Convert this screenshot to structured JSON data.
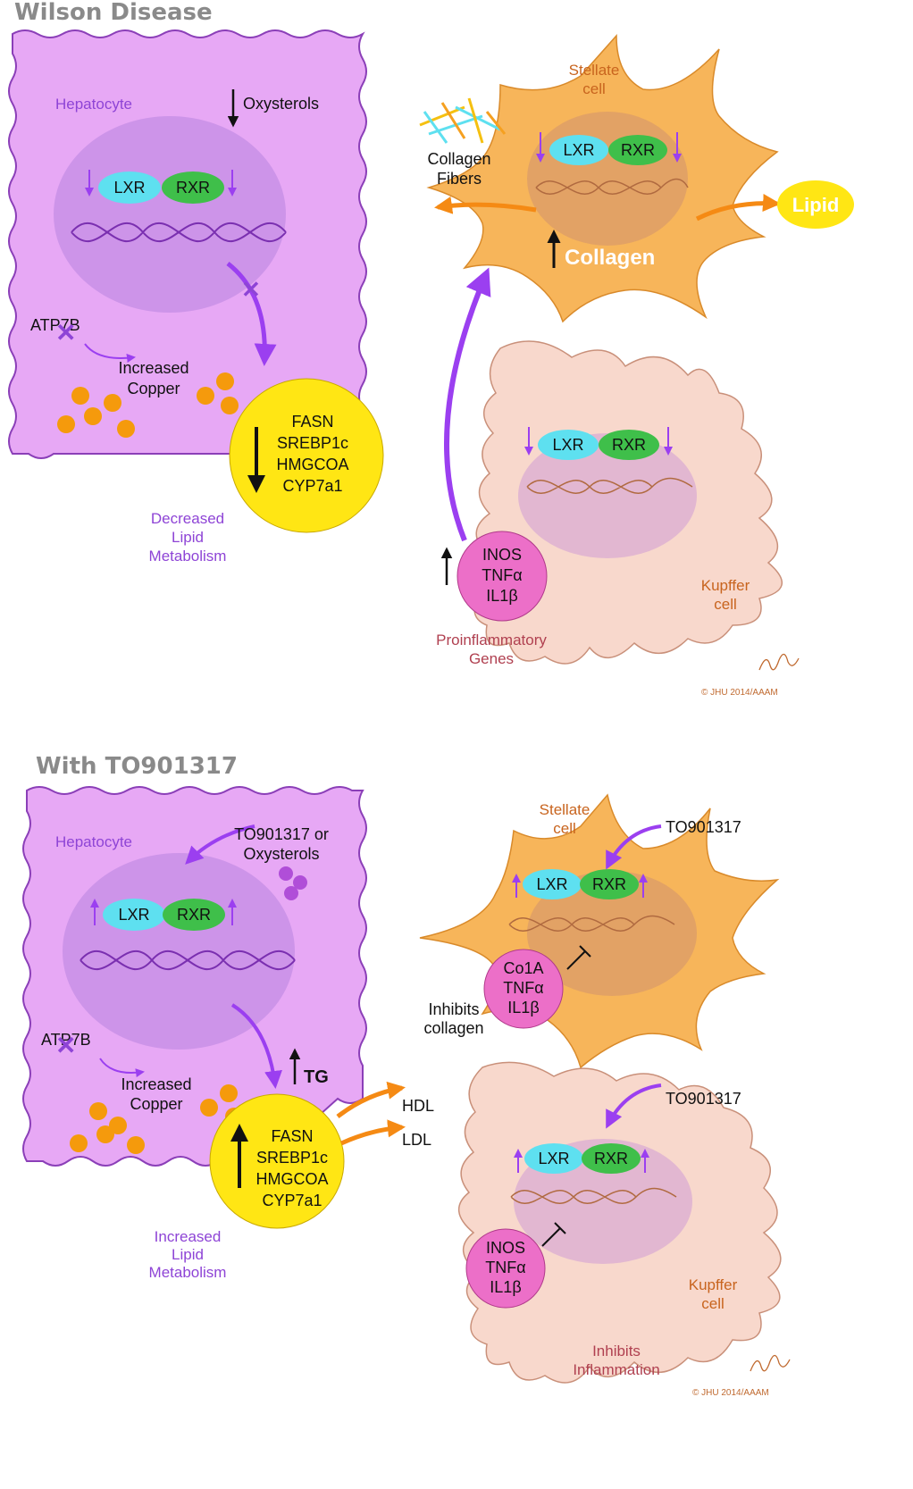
{
  "top": {
    "title": "Wilson Disease",
    "hepatocyte_label": "Hepatocyte",
    "oxysterols": "Oxysterols",
    "receptor_left": "LXR",
    "receptor_right": "RXR",
    "atp7b": "ATP7B",
    "copper_line1": "Increased",
    "copper_line2": "Copper",
    "genes": [
      "FASN",
      "SREBP1c",
      "HMGCOA",
      "CYP7a1"
    ],
    "metabolism": [
      "Decreased",
      "Lipid",
      "Metabolism"
    ],
    "stellate_label": [
      "Stellate",
      "cell"
    ],
    "collagen_fibers": [
      "Collagen",
      "Fibers"
    ],
    "collagen": "Collagen",
    "lipid": "Lipid",
    "kupffer_label": [
      "Kupffer",
      "cell"
    ],
    "proinflammatory_genes": [
      "INOS",
      "TNFα",
      "IL1β"
    ],
    "proinflammatory_label": [
      "Proinflammatory",
      "Genes"
    ],
    "copyright": "© JHU 2014/AAAM"
  },
  "bottom": {
    "title": "With TO901317",
    "hepatocyte_label": "Hepatocyte",
    "drug_line1": "TO901317 or",
    "drug_line2": "Oxysterols",
    "receptor_left": "LXR",
    "receptor_right": "RXR",
    "atp7b": "ATP7B",
    "copper_line1": "Increased",
    "copper_line2": "Copper",
    "tg": "TG",
    "genes": [
      "FASN",
      "SREBP1c",
      "HMGCOA",
      "CYP7a1"
    ],
    "metabolism": [
      "Increased",
      "Lipid",
      "Metabolism"
    ],
    "hdl": "HDL",
    "ldl": "LDL",
    "stellate_label": [
      "Stellate",
      "cell"
    ],
    "stellate_drug": "TO901317",
    "stellate_genes": [
      "Co1A",
      "TNFα",
      "IL1β"
    ],
    "inhibits_collagen": [
      "Inhibits",
      "collagen"
    ],
    "kupffer_drug": "TO901317",
    "kupffer_genes": [
      "INOS",
      "TNFα",
      "IL1β"
    ],
    "kupffer_label": [
      "Kupffer",
      "cell"
    ],
    "inhibits_inflammation": [
      "Inhibits",
      "Inflammation"
    ],
    "copyright": "© JHU 2014/AAAM"
  },
  "colors": {
    "cell_fill": "#e7a8f5",
    "nucleus": "#c78fe6",
    "lxr": "#5ee0f0",
    "rxr": "#3fbf4a",
    "gene_circle": "#ffe614",
    "stellate": "#f7b55a",
    "kupffer": "#f8d8cc",
    "pink_circle": "#ec6fc8",
    "copper": "#f59a0c",
    "arrow_purple": "#9b3ff0",
    "arrow_orange": "#f58a14"
  }
}
